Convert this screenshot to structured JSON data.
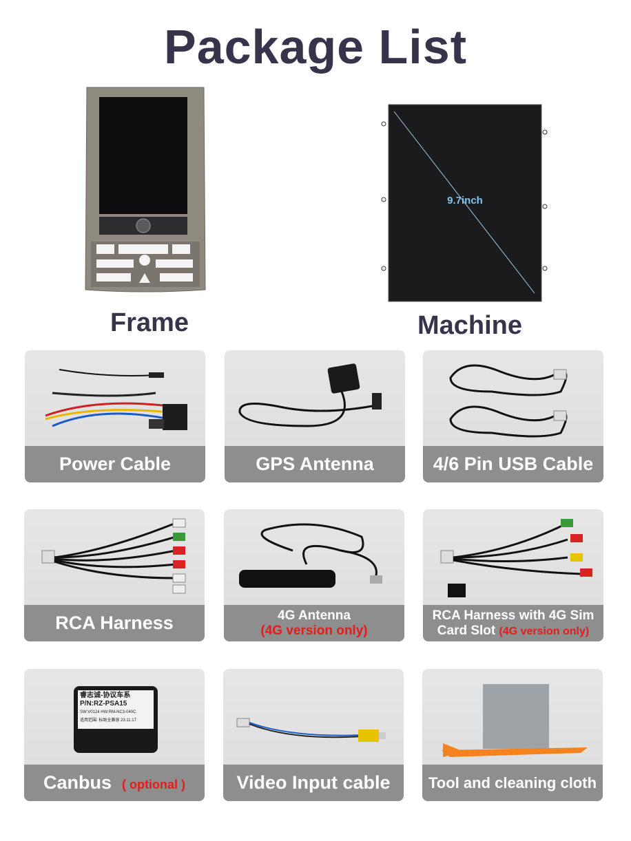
{
  "title": "Package List",
  "top_items": {
    "frame_label": "Frame",
    "machine_label": "Machine",
    "screen_size": "9.7inch"
  },
  "items": [
    {
      "label": "Power Cable"
    },
    {
      "label": "GPS Antenna"
    },
    {
      "label": "4/6 Pin USB Cable"
    },
    {
      "label": "RCA Harness"
    },
    {
      "label": "4G Antenna",
      "note": "(4G version only)"
    },
    {
      "label_line1": "RCA Harness with 4G Sim",
      "label_line2": "Card Slot",
      "note": "(4G version only)"
    },
    {
      "label": "Canbus",
      "note": "( optional )"
    },
    {
      "label": "Video Input cable"
    },
    {
      "label": "Tool and cleaning cloth"
    }
  ],
  "canbus_box": {
    "line1": "睿志诚-协议车系",
    "line2": "P/N:RZ-PSA15",
    "line3": "SW:V0124   HW:RM-NC3-040C",
    "line4": "适用范围: 标致全兼容   23.11.17"
  },
  "colors": {
    "title": "#36344a",
    "band": "#8e8e8e",
    "note": "#e41c1c"
  }
}
